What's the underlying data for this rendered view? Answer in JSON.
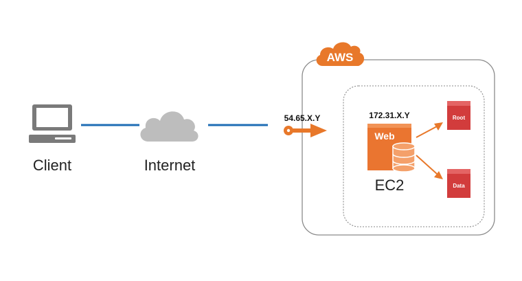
{
  "client": {
    "label": "Client"
  },
  "internet": {
    "label": "Internet"
  },
  "aws": {
    "badge": "AWS"
  },
  "public_ip": "54.65.X.Y",
  "private_ip": "172.31.X.Y",
  "instance": {
    "role": "Web",
    "label": "EC2"
  },
  "volumes": [
    {
      "label": "Root"
    },
    {
      "label": "Data"
    }
  ],
  "colors": {
    "line_blue": "#1f6db5",
    "aws_orange": "#e8782a",
    "instance_orange": "#ea7530",
    "volume_red": "#d23c3c",
    "cloud_gray": "#bdbdbd",
    "computer_gray": "#7a7a7a"
  }
}
